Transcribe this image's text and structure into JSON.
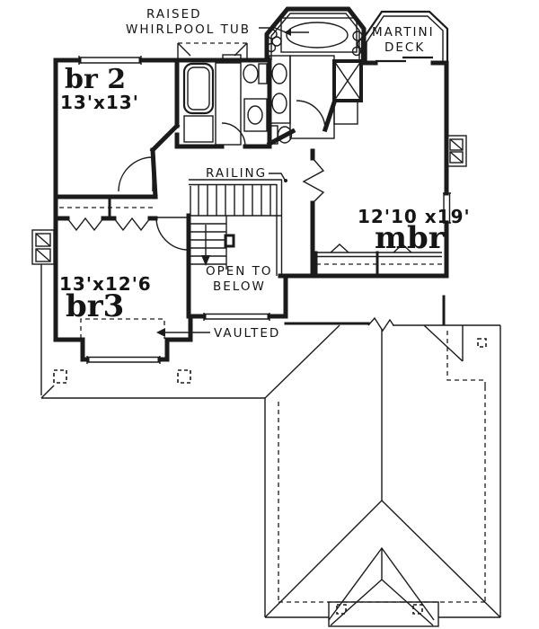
{
  "drawing_title": "second-floor-plan-with-roof",
  "labels": {
    "raised_tub_line1": "RAISED",
    "raised_tub_line2": "WHIRLPOOL TUB",
    "martini_line1": "MARTINI",
    "martini_line2": "DECK",
    "railing": "RAILING",
    "open_below_line1": "OPEN TO",
    "open_below_line2": "BELOW",
    "vaulted": "VAULTED"
  },
  "rooms": {
    "br2": {
      "name": "br 2",
      "dims": "13'x13'"
    },
    "br3": {
      "name": "br3",
      "dims": "13'x12'6"
    },
    "mbr": {
      "name": "mbr",
      "dims": "12'10 x19'"
    }
  },
  "colors": {
    "ink": "#1b1b1b",
    "paper": "#ffffff"
  }
}
